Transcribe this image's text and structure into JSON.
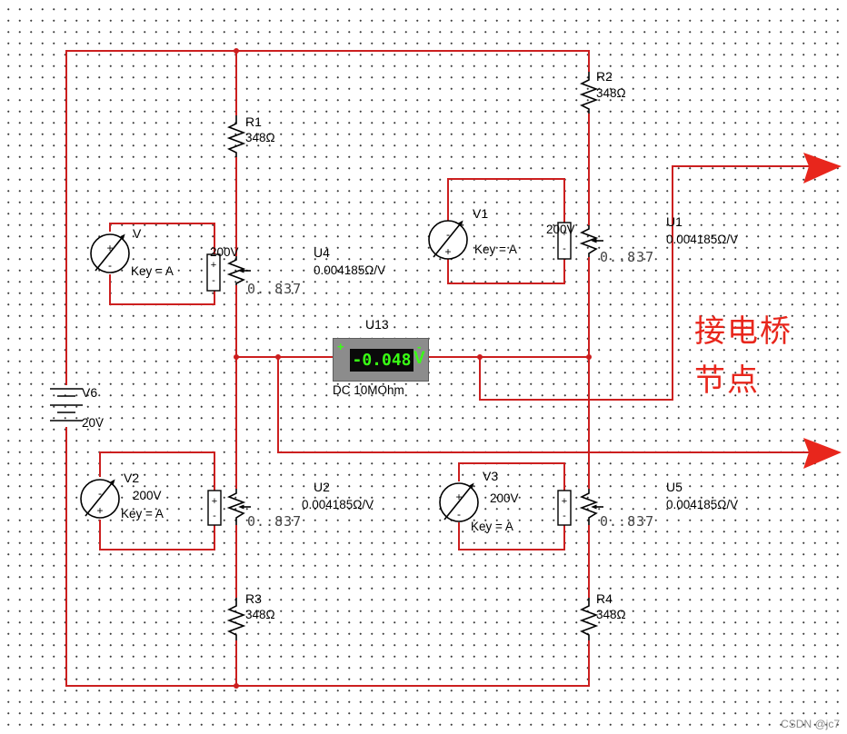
{
  "bridge_resistors": [
    {
      "ref": "R1",
      "value": "348Ω"
    },
    {
      "ref": "R2",
      "value": "348Ω"
    },
    {
      "ref": "R3",
      "value": "348Ω"
    },
    {
      "ref": "R4",
      "value": "348Ω"
    }
  ],
  "supply": {
    "ref": "V6",
    "value": "20V"
  },
  "sensors": [
    {
      "ref": "U4",
      "value": "0.004185Ω/V",
      "pot": "0..837"
    },
    {
      "ref": "U1",
      "value": "0.004185Ω/V",
      "pot": "0..837"
    },
    {
      "ref": "U2",
      "value": "0.004185Ω/V",
      "pot": "0..837"
    },
    {
      "ref": "U5",
      "value": "0.004185Ω/V",
      "pot": "0..837"
    }
  ],
  "sources": [
    {
      "ref": "V",
      "voltage": "200V",
      "key": "Key = A"
    },
    {
      "ref": "V1",
      "voltage": "200V",
      "key": "Key = A"
    },
    {
      "ref": "V2",
      "voltage": "200V",
      "key": "Key = A"
    },
    {
      "ref": "V3",
      "voltage": "200V",
      "key": "Key = A"
    }
  ],
  "multimeter": {
    "ref": "U13",
    "reading": "-0.048",
    "unit": "V",
    "plus": "+",
    "minus": "-",
    "mode": "DC  10MOhm"
  },
  "annotation": {
    "line1": "接电桥",
    "line2": "节点"
  },
  "watermark": "CSDN @jc7",
  "colors": {
    "wire": "#cc1f1f",
    "annotation": "#e8261c",
    "lcd_text": "#39ff14"
  }
}
